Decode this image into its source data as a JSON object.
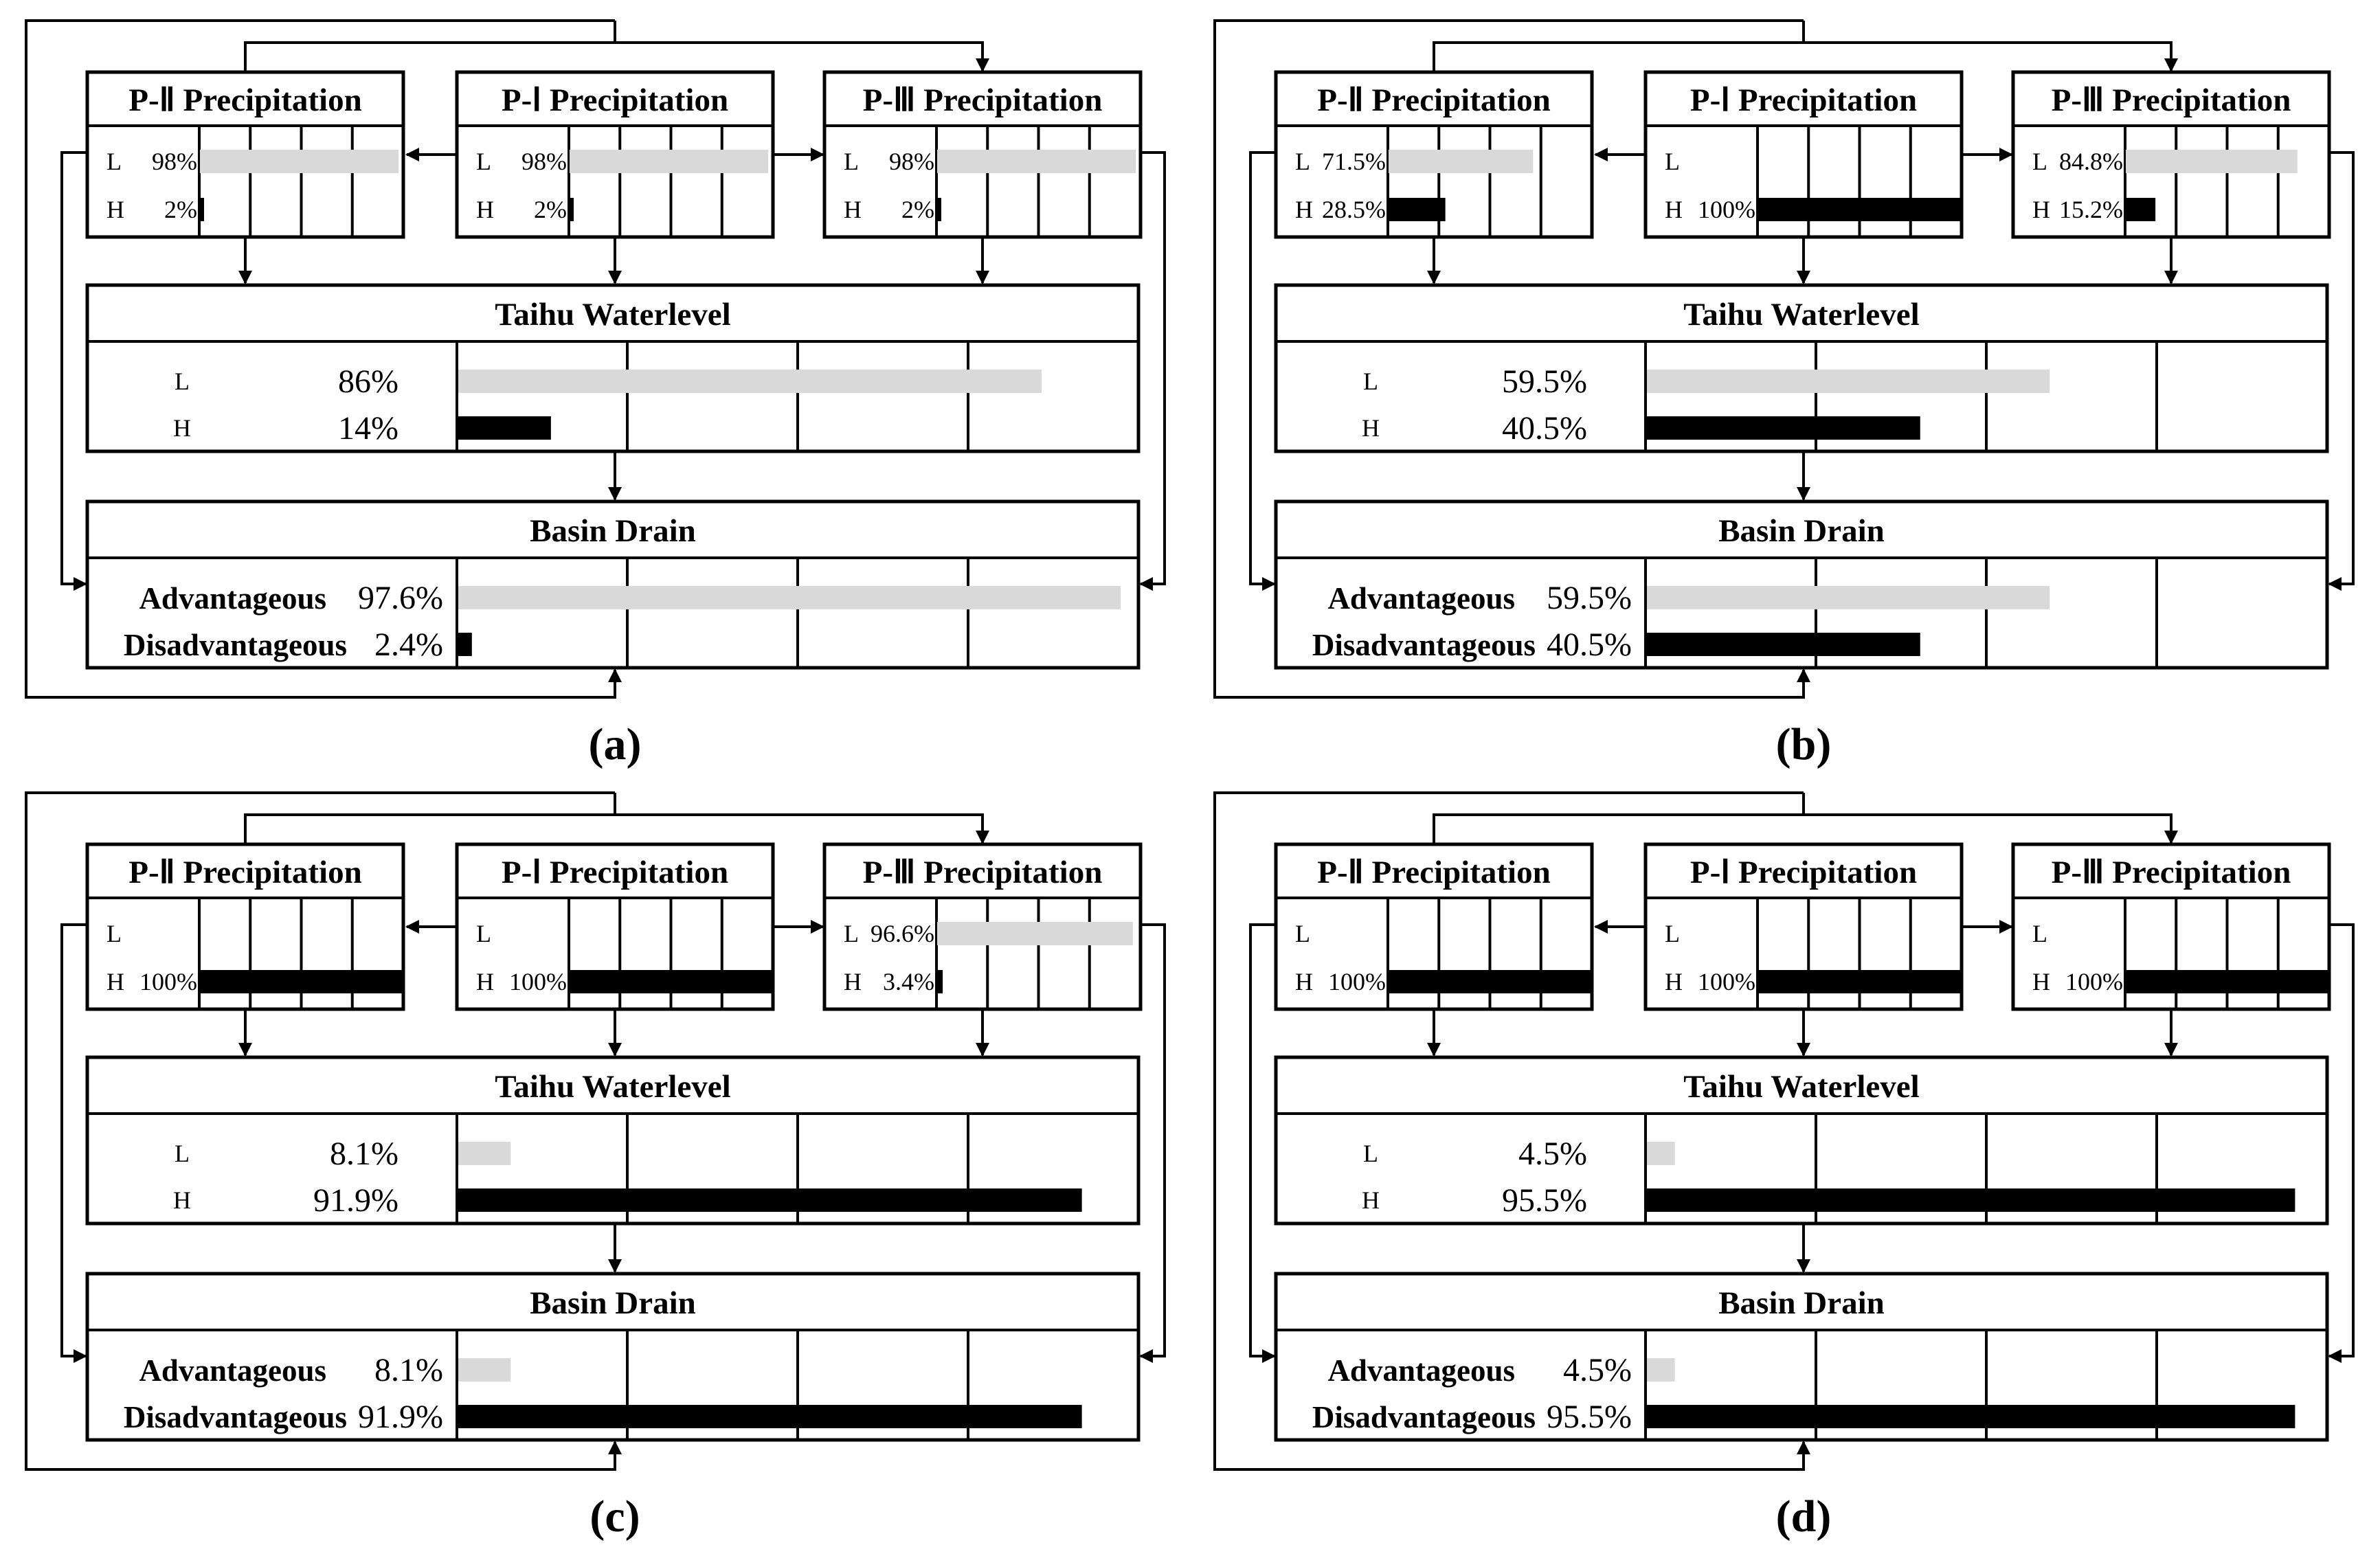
{
  "node_titles": {
    "p2": "P-Ⅱ Precipitation",
    "p1": "P-Ⅰ Precipitation",
    "p3": "P-Ⅲ Precipitation",
    "taihu": "Taihu Waterlevel",
    "drain": "Basin Drain"
  },
  "state_labels": {
    "low": "L",
    "high": "H",
    "advantageous": "Advantageous",
    "disadvantageous": "Disadvantageous"
  },
  "colors": {
    "low_bar": "#d9d9d9",
    "high_bar": "#000000",
    "frame": "#000000"
  },
  "panels": [
    {
      "label": "(a)",
      "p2": {
        "low": 98,
        "high": 2,
        "low_text": "98%",
        "high_text": "2%"
      },
      "p1": {
        "low": 98,
        "high": 2,
        "low_text": "98%",
        "high_text": "2%"
      },
      "p3": {
        "low": 98,
        "high": 2,
        "low_text": "98%",
        "high_text": "2%"
      },
      "taihu": {
        "low": 86,
        "high": 14,
        "low_text": "86%",
        "high_text": "14%"
      },
      "drain": {
        "low": 97.6,
        "high": 2.4,
        "low_text": "97.6%",
        "high_text": "2.4%"
      }
    },
    {
      "label": "(b)",
      "p2": {
        "low": 71.5,
        "high": 28.5,
        "low_text": "71.5%",
        "high_text": "28.5%"
      },
      "p1": {
        "low": 0,
        "high": 100,
        "low_text": "",
        "high_text": "100%"
      },
      "p3": {
        "low": 84.8,
        "high": 15.2,
        "low_text": "84.8%",
        "high_text": "15.2%"
      },
      "taihu": {
        "low": 59.5,
        "high": 40.5,
        "low_text": "59.5%",
        "high_text": "40.5%"
      },
      "drain": {
        "low": 59.5,
        "high": 40.5,
        "low_text": "59.5%",
        "high_text": "40.5%"
      }
    },
    {
      "label": "(c)",
      "p2": {
        "low": 0,
        "high": 100,
        "low_text": "",
        "high_text": "100%"
      },
      "p1": {
        "low": 0,
        "high": 100,
        "low_text": "",
        "high_text": "100%"
      },
      "p3": {
        "low": 96.6,
        "high": 3.4,
        "low_text": "96.6%",
        "high_text": "3.4%"
      },
      "taihu": {
        "low": 8.1,
        "high": 91.9,
        "low_text": "8.1%",
        "high_text": "91.9%"
      },
      "drain": {
        "low": 8.1,
        "high": 91.9,
        "low_text": "8.1%",
        "high_text": "91.9%"
      }
    },
    {
      "label": "(d)",
      "p2": {
        "low": 0,
        "high": 100,
        "low_text": "",
        "high_text": "100%"
      },
      "p1": {
        "low": 0,
        "high": 100,
        "low_text": "",
        "high_text": "100%"
      },
      "p3": {
        "low": 0,
        "high": 100,
        "low_text": "",
        "high_text": "100%"
      },
      "taihu": {
        "low": 4.5,
        "high": 95.5,
        "low_text": "4.5%",
        "high_text": "95.5%"
      },
      "drain": {
        "low": 4.5,
        "high": 95.5,
        "low_text": "4.5%",
        "high_text": "95.5%"
      }
    }
  ]
}
